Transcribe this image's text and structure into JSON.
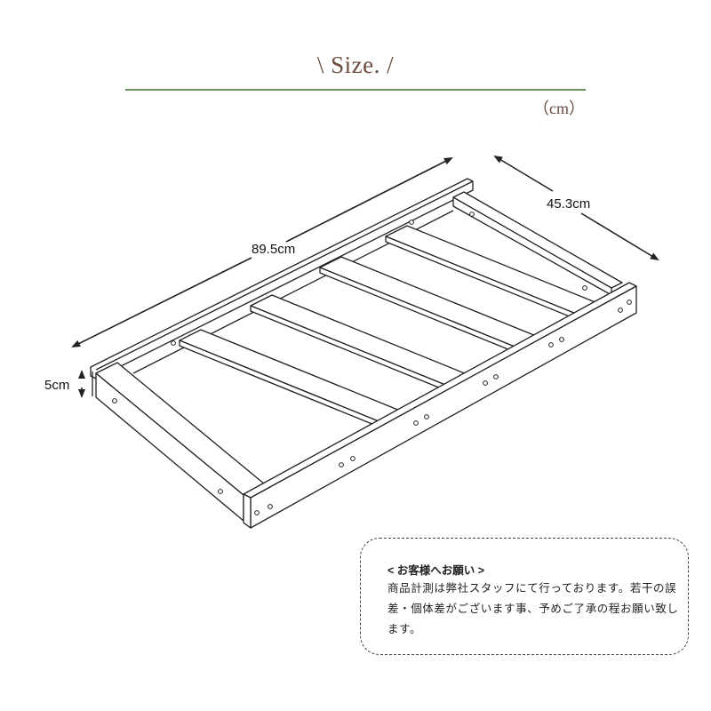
{
  "header": {
    "title": "\\ Size. /",
    "unit_label": "（cm）",
    "accent_rule_color": "#6e8f67",
    "title_color": "#6b4a40"
  },
  "drawing": {
    "subject": "slatted-shelf-frame",
    "slat_count": 4,
    "dimensions": {
      "length": "89.5cm",
      "depth": "45.3cm",
      "height": "5cm"
    }
  },
  "notice": {
    "title": "< お客様へお願い >",
    "body": "商品計測は弊社スタッフにて行っております。若干の誤差・個体差がございます事、予めご了承の程お願い致します。"
  }
}
